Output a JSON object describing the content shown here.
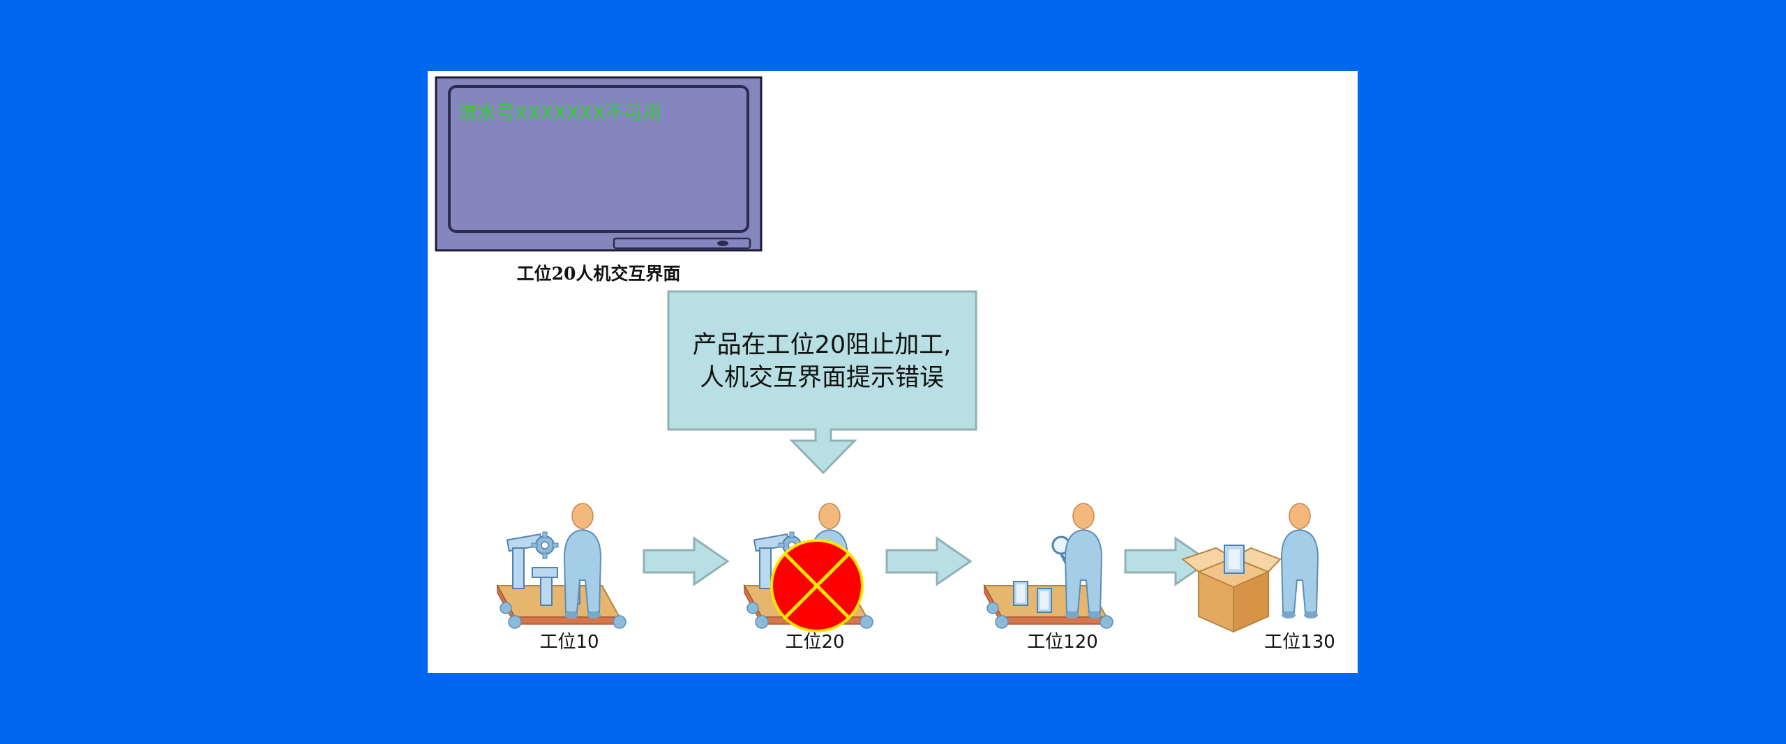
{
  "hmi": {
    "screen_message": "流水号XXXXXXX不可用",
    "label": "工位20人机交互界面"
  },
  "callout": {
    "line1": "产品在工位20阻止加工,",
    "line2": "人机交互界面提示错误"
  },
  "stations": [
    {
      "label": "工位10",
      "icon": "assembly-worker-icon"
    },
    {
      "label": "工位20",
      "icon": "assembly-worker-icon",
      "status": "blocked"
    },
    {
      "label": "工位120",
      "icon": "inspection-worker-icon"
    },
    {
      "label": "工位130",
      "icon": "packing-worker-icon"
    }
  ],
  "colors": {
    "background": "#0068ef",
    "monitor_screen": "#8686bf",
    "monitor_text": "#2fd12f",
    "callout_fill": "#b8e0e4",
    "arrow_fill": "#b8e0e4",
    "blocked_fill": "#ff0000",
    "blocked_cross": "#ffe600"
  }
}
